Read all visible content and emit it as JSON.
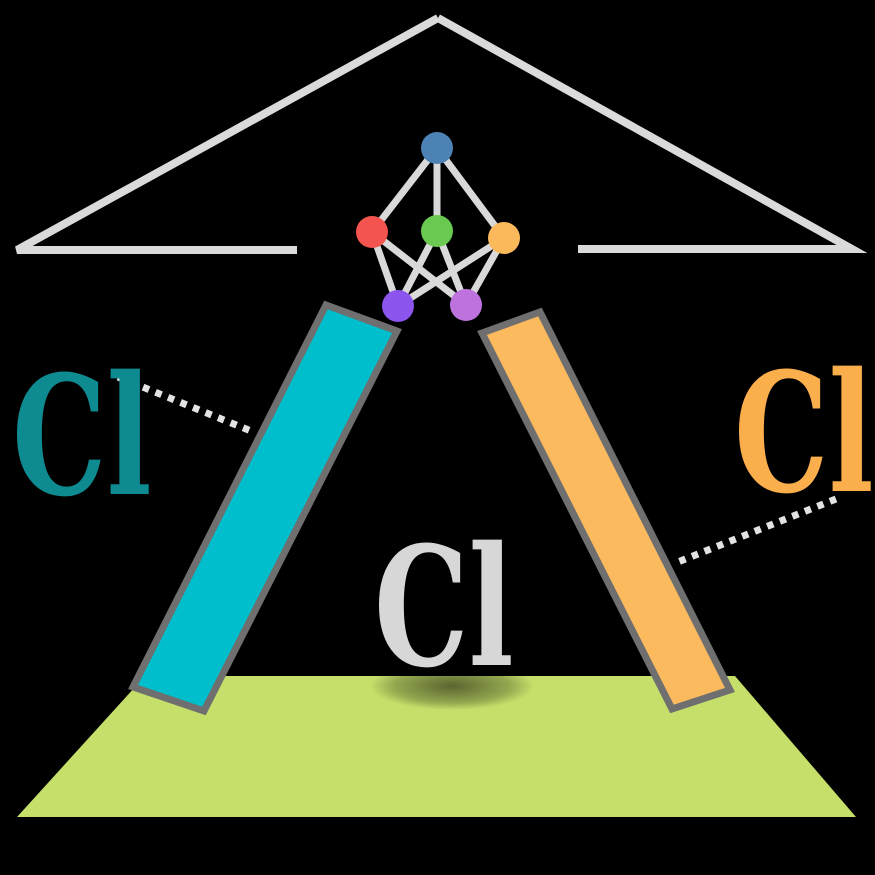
{
  "background": "#000000",
  "roof": {
    "color": "#dadada"
  },
  "network": {
    "edge_color": "#d9d9d9",
    "nodes": [
      {
        "id": "input-top",
        "color": "#4d82b4"
      },
      {
        "id": "hidden-left",
        "color": "#f4544f"
      },
      {
        "id": "hidden-center",
        "color": "#69c951"
      },
      {
        "id": "hidden-right",
        "color": "#fbb95c"
      },
      {
        "id": "output-left",
        "color": "#8b55ee"
      },
      {
        "id": "output-right",
        "color": "#bd72dd"
      }
    ]
  },
  "pillars": {
    "left": {
      "fill": "#00becb",
      "border": "#6f6f6f"
    },
    "right": {
      "fill": "#fcba5e",
      "border": "#6f6f6f"
    }
  },
  "ground": {
    "fill": "#c5df6a"
  },
  "connectors": {
    "color": "#e3e3e3"
  },
  "labels": {
    "left": {
      "text": "Cl",
      "color": "#0e8a91"
    },
    "center": {
      "text": "Cl",
      "color": "#d7d7d7"
    },
    "right": {
      "text": "Cl",
      "color": "#fbae4c"
    }
  }
}
